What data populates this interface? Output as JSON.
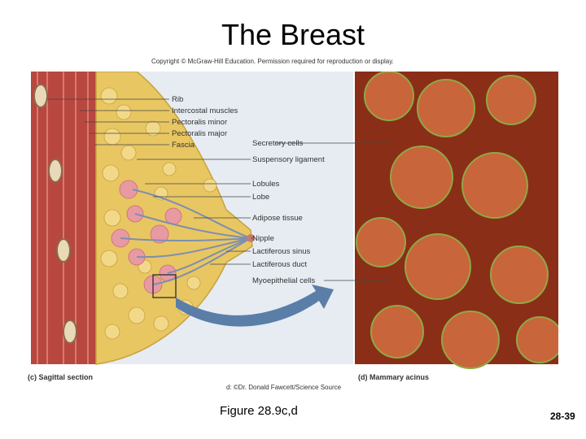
{
  "slide": {
    "title": "The Breast",
    "copyright": "Copyright © McGraw-Hill Education. Permission required for reproduction or display.",
    "caption": "Figure 28.9c,d",
    "page_number": "28-39"
  },
  "figure": {
    "left_panel_label": "(c) Sagittal section",
    "right_panel_label": "(d) Mammary acinus",
    "photo_credit": "d: ©Dr. Donald Fawcett/Science Source",
    "labels": {
      "rib": "Rib",
      "intercostal": "Intercostal muscles",
      "pec_minor": "Pectoralis minor",
      "pec_major": "Pectoralis major",
      "fascia": "Fascia",
      "secretory": "Secretory cells",
      "suspensory": "Suspensory ligament",
      "lobules": "Lobules",
      "lobe": "Lobe",
      "adipose": "Adipose tissue",
      "nipple": "Nipple",
      "sinus": "Lactiferous sinus",
      "duct": "Lactiferous duct",
      "myo": "Myoepithelial cells"
    }
  },
  "colors": {
    "muscle": "#b8473f",
    "adipose": "#e8c662",
    "lobule": "#e89aa3",
    "duct": "#7d8fb0",
    "background_panel": "#dbe3ec",
    "acinus": "#b5522e",
    "myoepithelial": "#8fa844"
  }
}
